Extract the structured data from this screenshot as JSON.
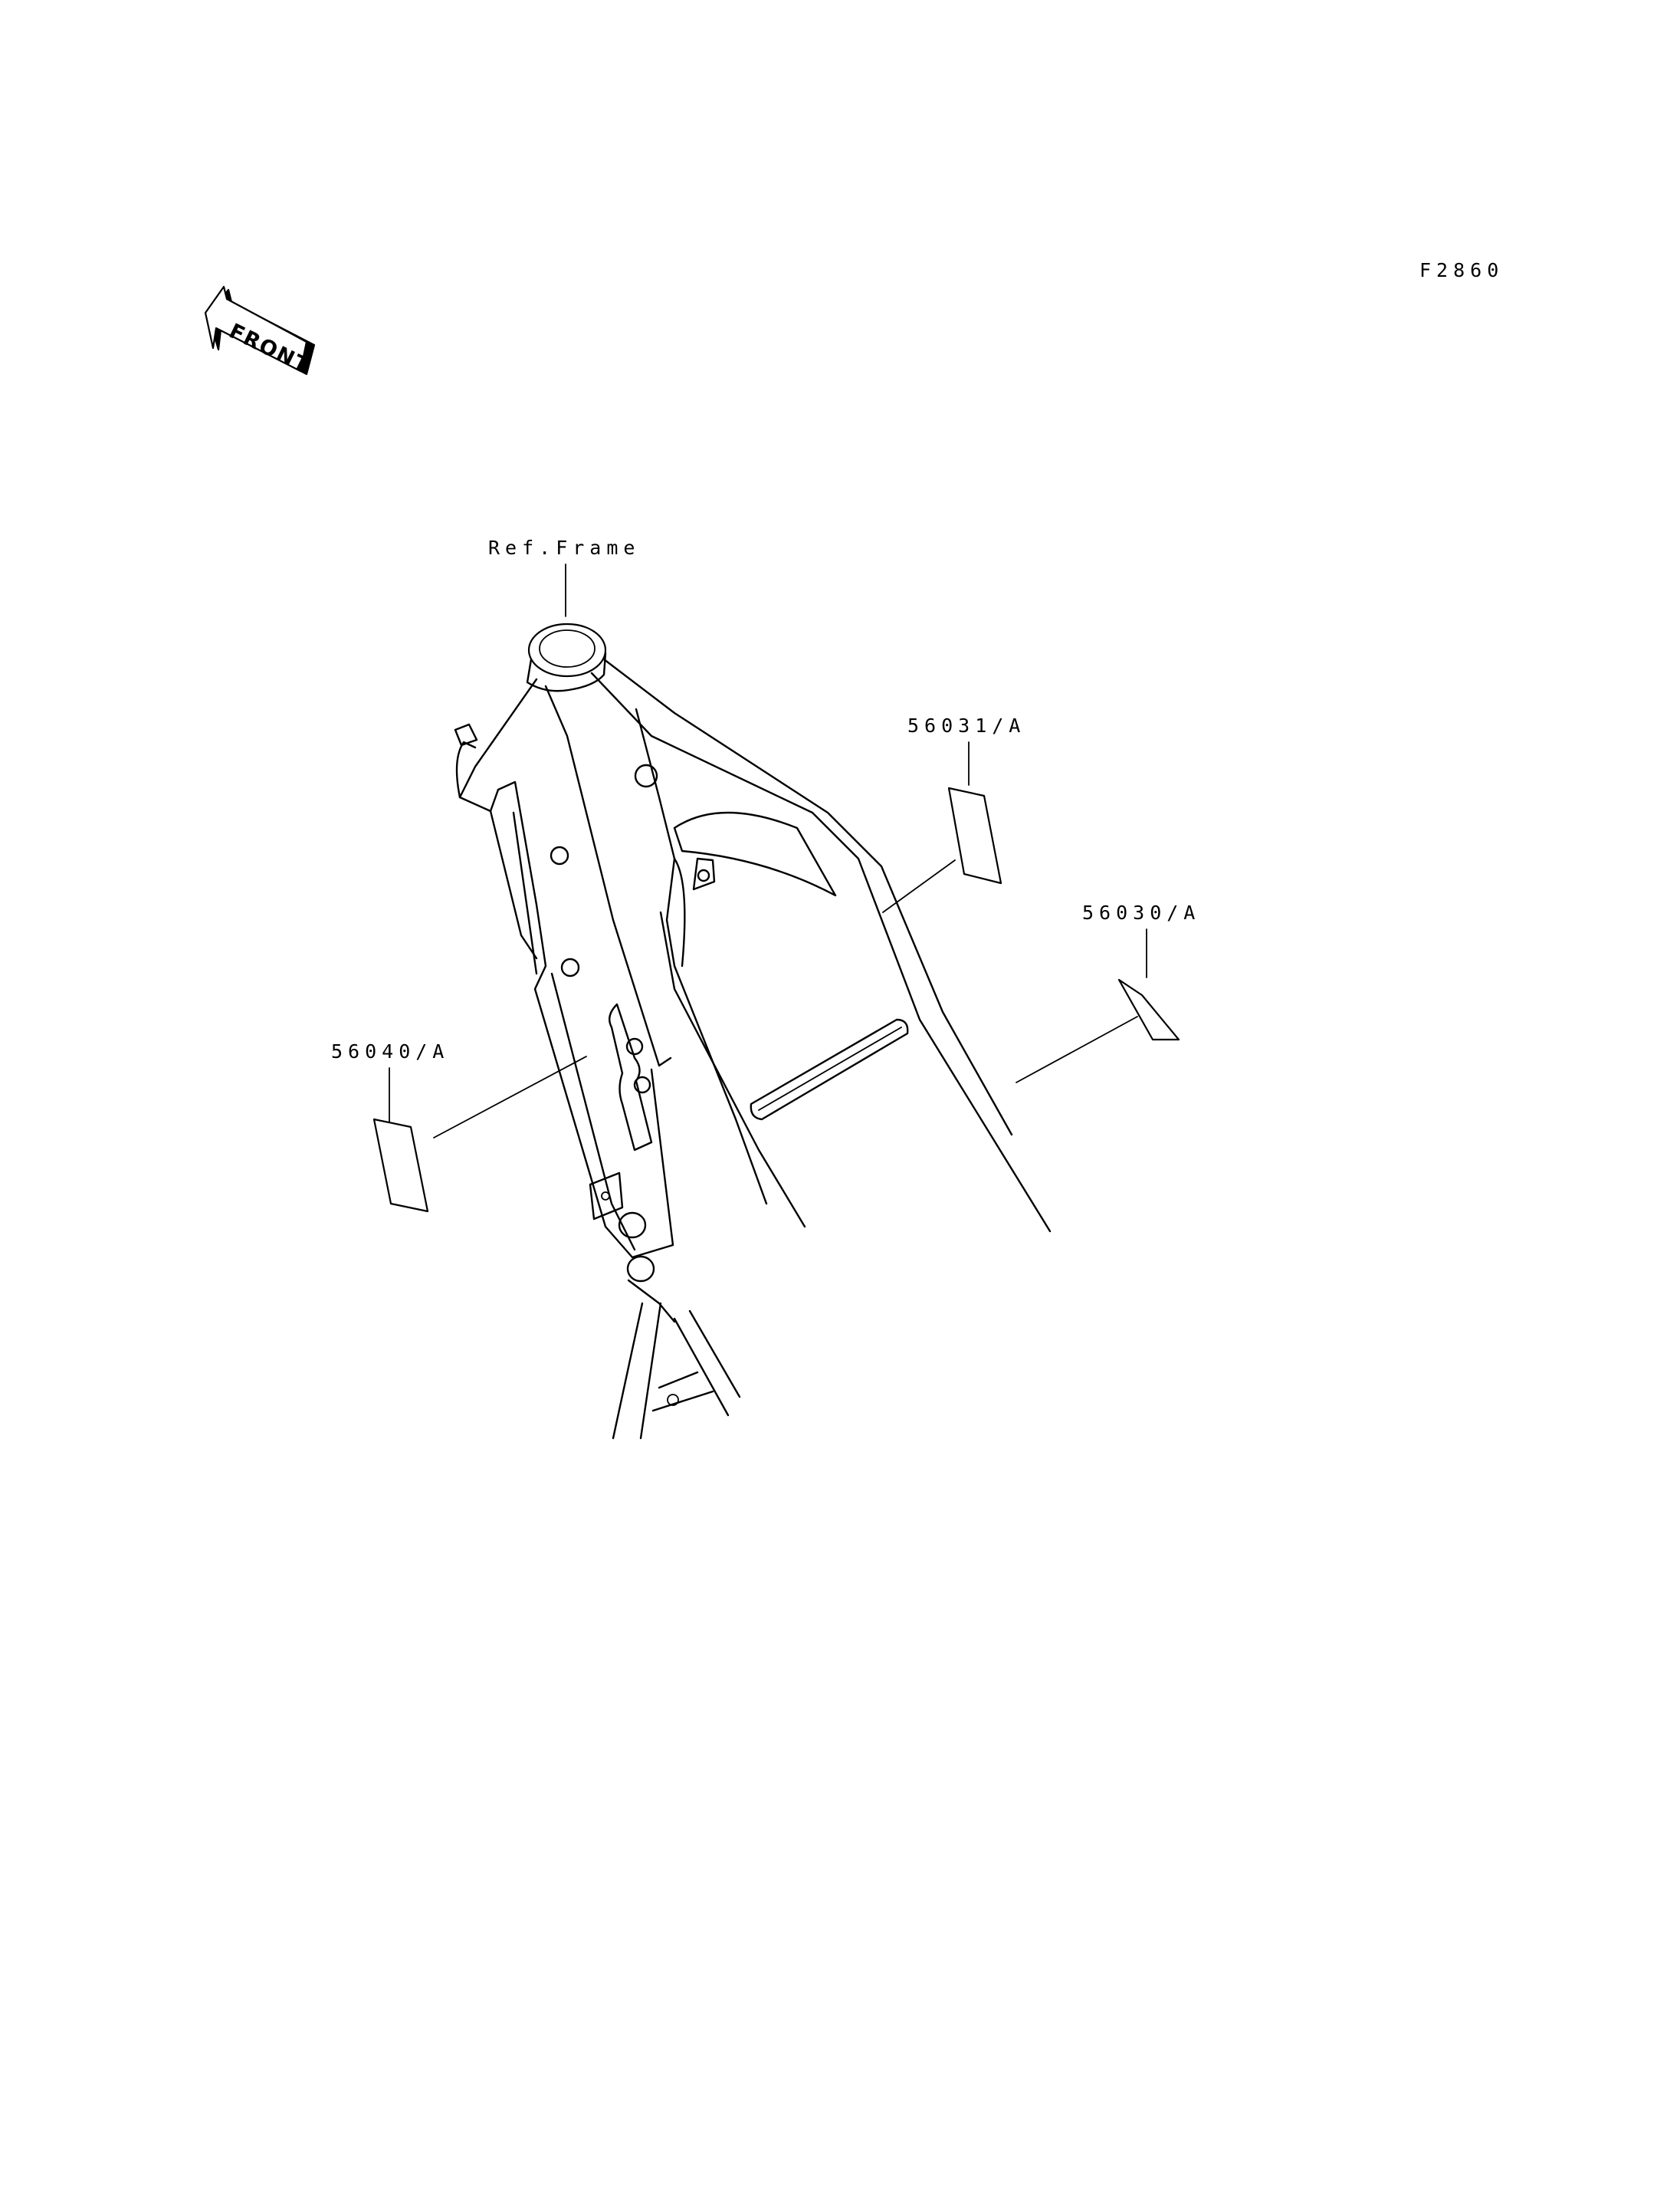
{
  "diagram_code": "F2860",
  "front_arrow": {
    "label": "FRONT",
    "icon": "front-direction-arrow-icon"
  },
  "reference": {
    "label": "Ref.Frame"
  },
  "parts": [
    {
      "key": "56031",
      "label": "56031/A",
      "icon": "label-decal-icon"
    },
    {
      "key": "56030",
      "label": "56030/A",
      "icon": "label-decal-icon"
    },
    {
      "key": "56040",
      "label": "56040/A",
      "icon": "label-decal-icon"
    }
  ]
}
